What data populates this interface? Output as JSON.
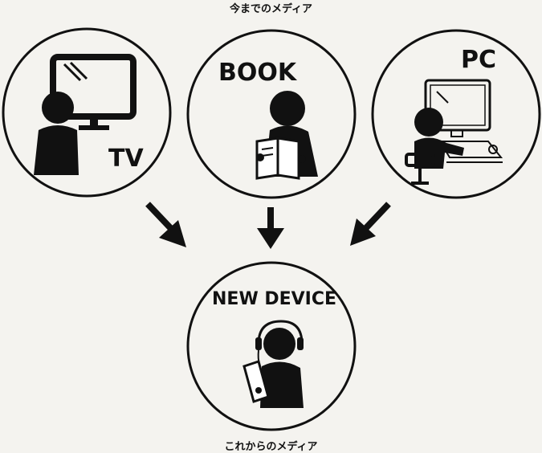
{
  "captions": {
    "top": "今までのメディア",
    "bottom": "これからのメディア"
  },
  "nodes": {
    "tv": {
      "label": "TV"
    },
    "book": {
      "label": "BOOK"
    },
    "pc": {
      "label": "PC"
    },
    "new_device": {
      "label": "NEW DEVICE"
    }
  },
  "colors": {
    "background": "#f4f3ef",
    "ink": "#111111"
  }
}
